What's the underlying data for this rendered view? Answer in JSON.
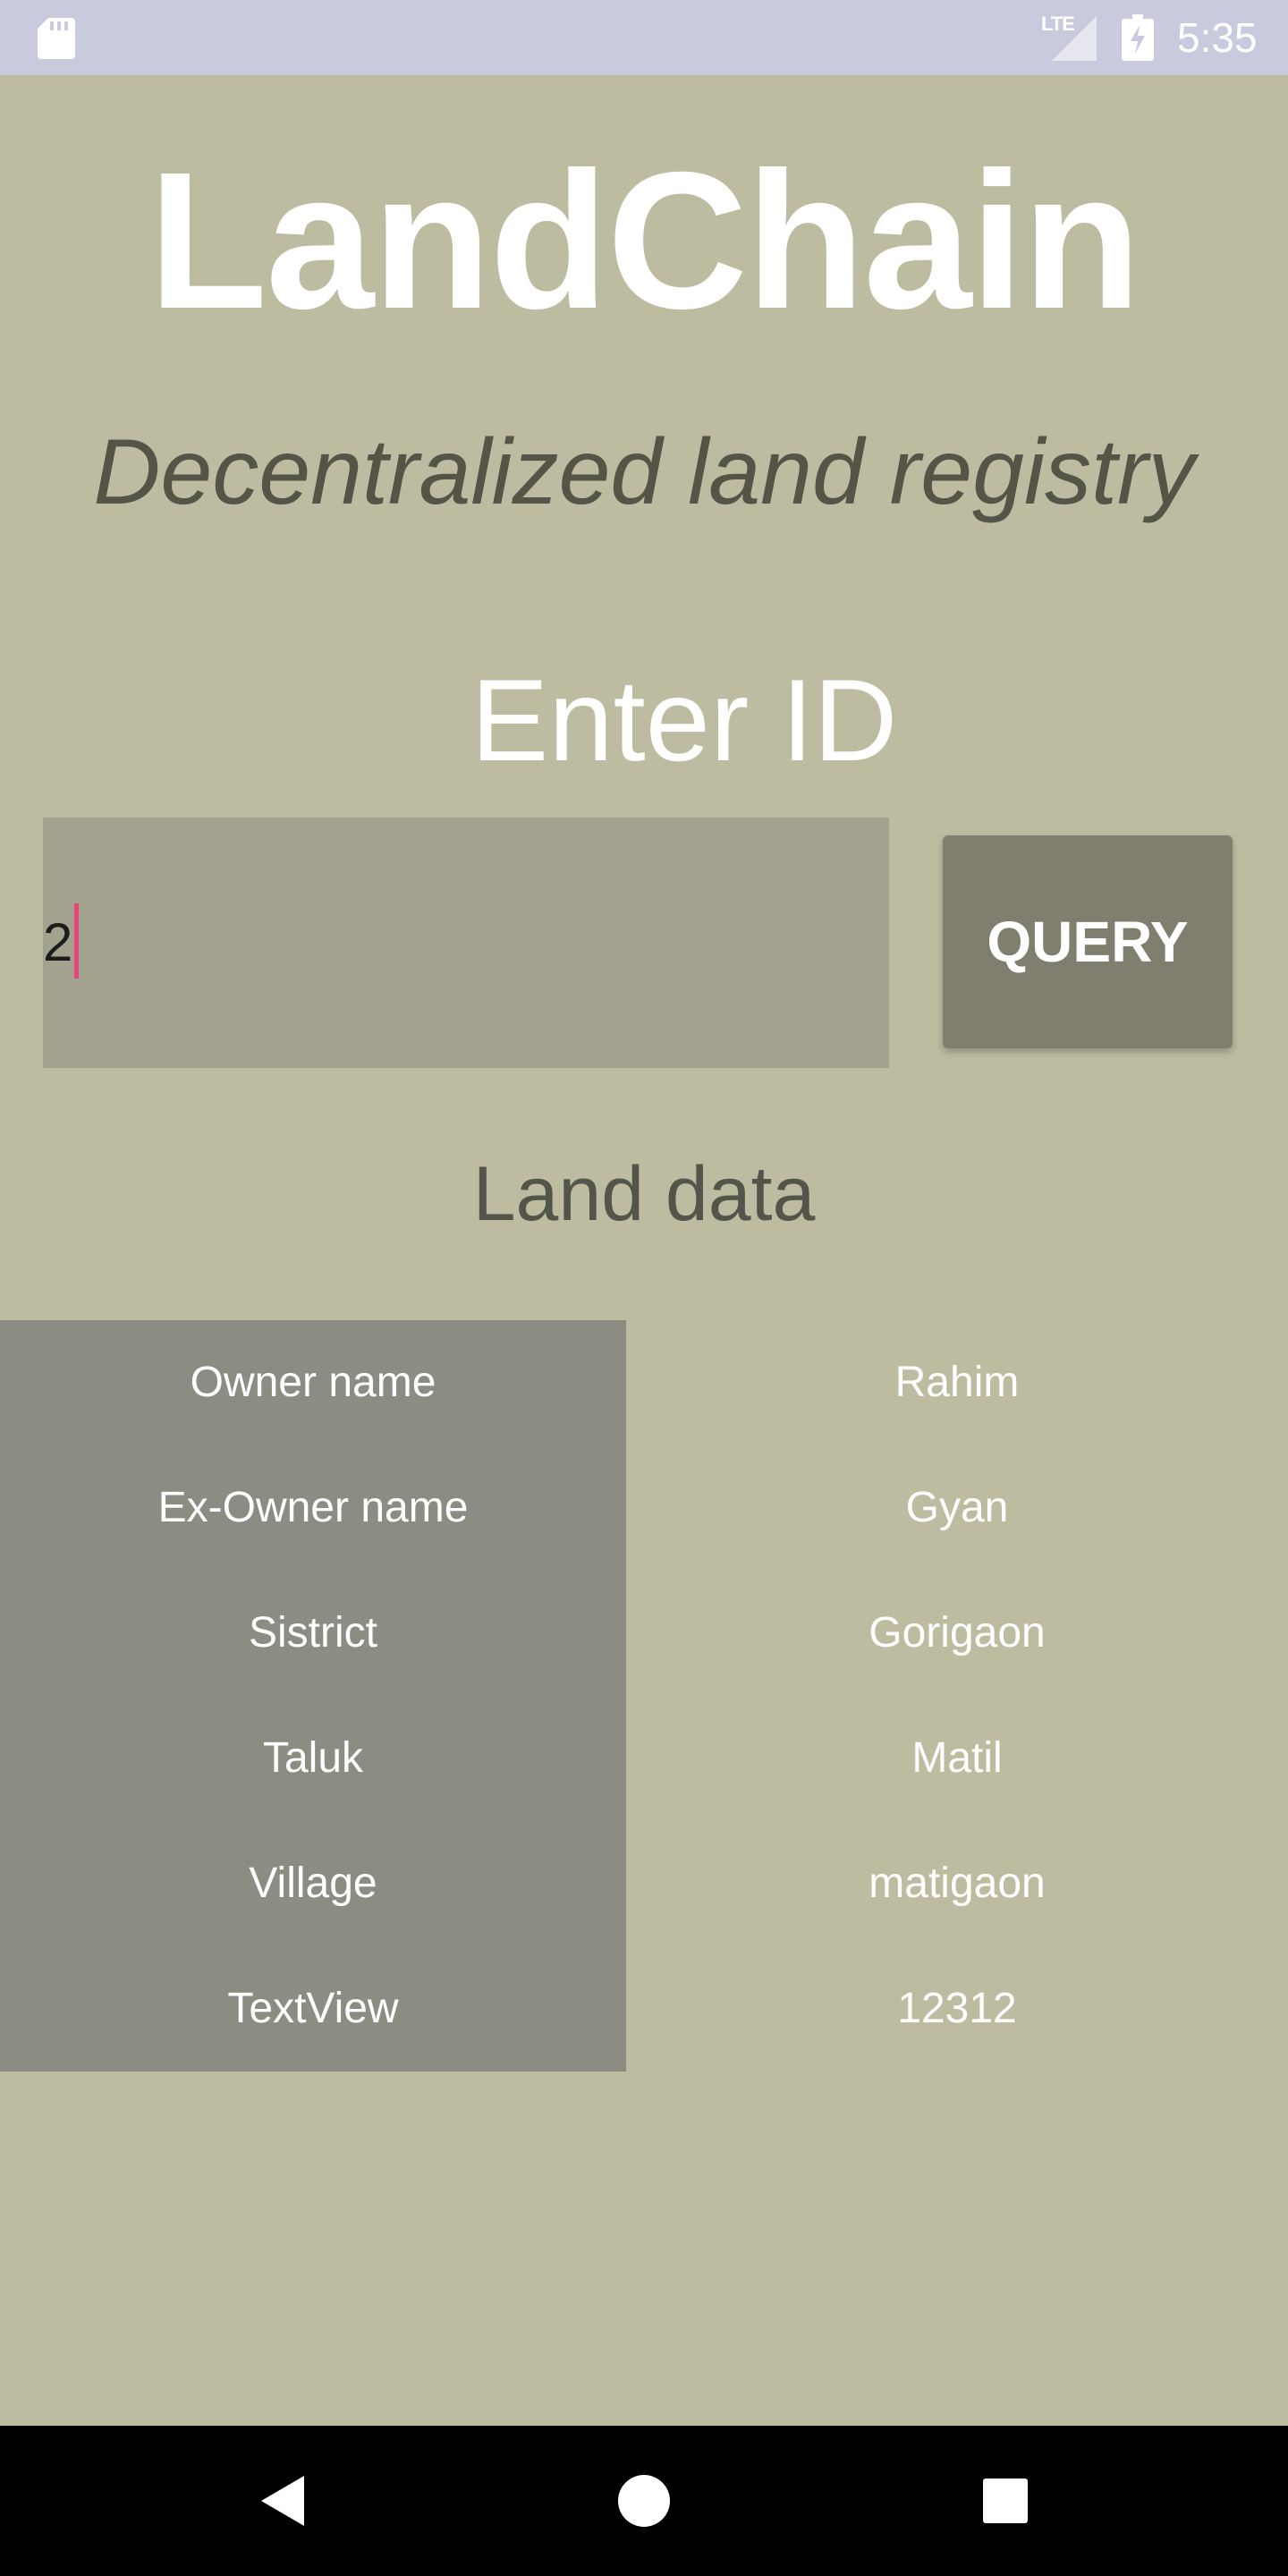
{
  "status_bar": {
    "network": "LTE",
    "time": "5:35",
    "icons": [
      "sd-card-icon",
      "signal-icon",
      "battery-charging-icon"
    ]
  },
  "app": {
    "title": "LandChain",
    "subtitle": "Decentralized land registry"
  },
  "query_form": {
    "label": "Enter ID",
    "input_value": "2",
    "button_label": "QUERY"
  },
  "land_data": {
    "title": "Land data",
    "rows": [
      {
        "label": "Owner name",
        "value": "Rahim"
      },
      {
        "label": "Ex-Owner name",
        "value": "Gyan"
      },
      {
        "label": "Sistrict",
        "value": "Gorigaon"
      },
      {
        "label": "Taluk",
        "value": "Matil"
      },
      {
        "label": "Village",
        "value": "matigaon"
      },
      {
        "label": "TextView",
        "value": "12312"
      }
    ]
  },
  "nav_bar": {
    "icons": [
      "back-icon",
      "home-icon",
      "recents-icon"
    ]
  },
  "colors": {
    "background": "#bdbca1",
    "status_bar": "#c9cade",
    "input_background": "#a3a28f",
    "button": "#807f6f",
    "label_column": "#8c8c83",
    "accent_caret": "#e8427c"
  }
}
